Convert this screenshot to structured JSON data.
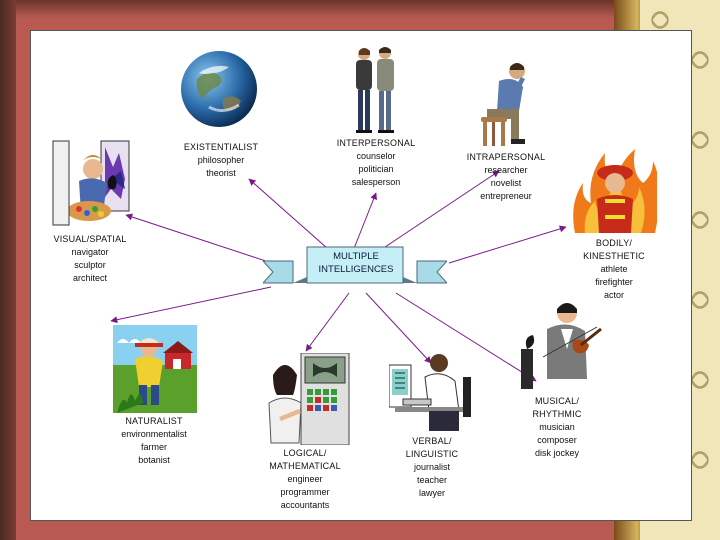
{
  "center": {
    "line1": "MULTIPLE",
    "line2": "INTELLIGENCES"
  },
  "intelligences": {
    "existentialist": {
      "title": "EXISTENTIALIST",
      "roles": [
        "philosopher",
        "theorist"
      ]
    },
    "interpersonal": {
      "title": "INTERPERSONAL",
      "roles": [
        "counselor",
        "politician",
        "salesperson"
      ]
    },
    "intrapersonal": {
      "title": "INTRAPERSONAL",
      "roles": [
        "researcher",
        "novelist",
        "entrepreneur"
      ]
    },
    "visual_spatial": {
      "title": "VISUAL/SPATIAL",
      "roles": [
        "navigator",
        "sculptor",
        "architect"
      ]
    },
    "bodily": {
      "title_line1": "BODILY/",
      "title_line2": "KINESTHETIC",
      "roles": [
        "athlete",
        "firefighter",
        "actor"
      ]
    },
    "naturalist": {
      "title": "NATURALIST",
      "roles": [
        "environmentalist",
        "farmer",
        "botanist"
      ]
    },
    "logical": {
      "title_line1": "LOGICAL/",
      "title_line2": "MATHEMATICAL",
      "roles": [
        "engineer",
        "programmer",
        "accountants"
      ]
    },
    "verbal": {
      "title_line1": "VERBAL/",
      "title_line2": "LINGUISTIC",
      "roles": [
        "journalist",
        "teacher",
        "lawyer"
      ]
    },
    "musical": {
      "title_line1": "MUSICAL/",
      "title_line2": "RHYTHMIC",
      "roles": [
        "musician",
        "composer",
        "disk jockey"
      ]
    }
  },
  "colors": {
    "arrow": "#7a1a8a",
    "banner": "#c6eef7",
    "slide_bg": "#ffffff",
    "frame": "#b85a52"
  },
  "icons": [
    "globe-icon",
    "couple-icon",
    "thinker-icon",
    "painter-icon",
    "firefighter-icon",
    "farmer-icon",
    "computer-woman-icon",
    "typist-icon",
    "violinist-icon"
  ]
}
